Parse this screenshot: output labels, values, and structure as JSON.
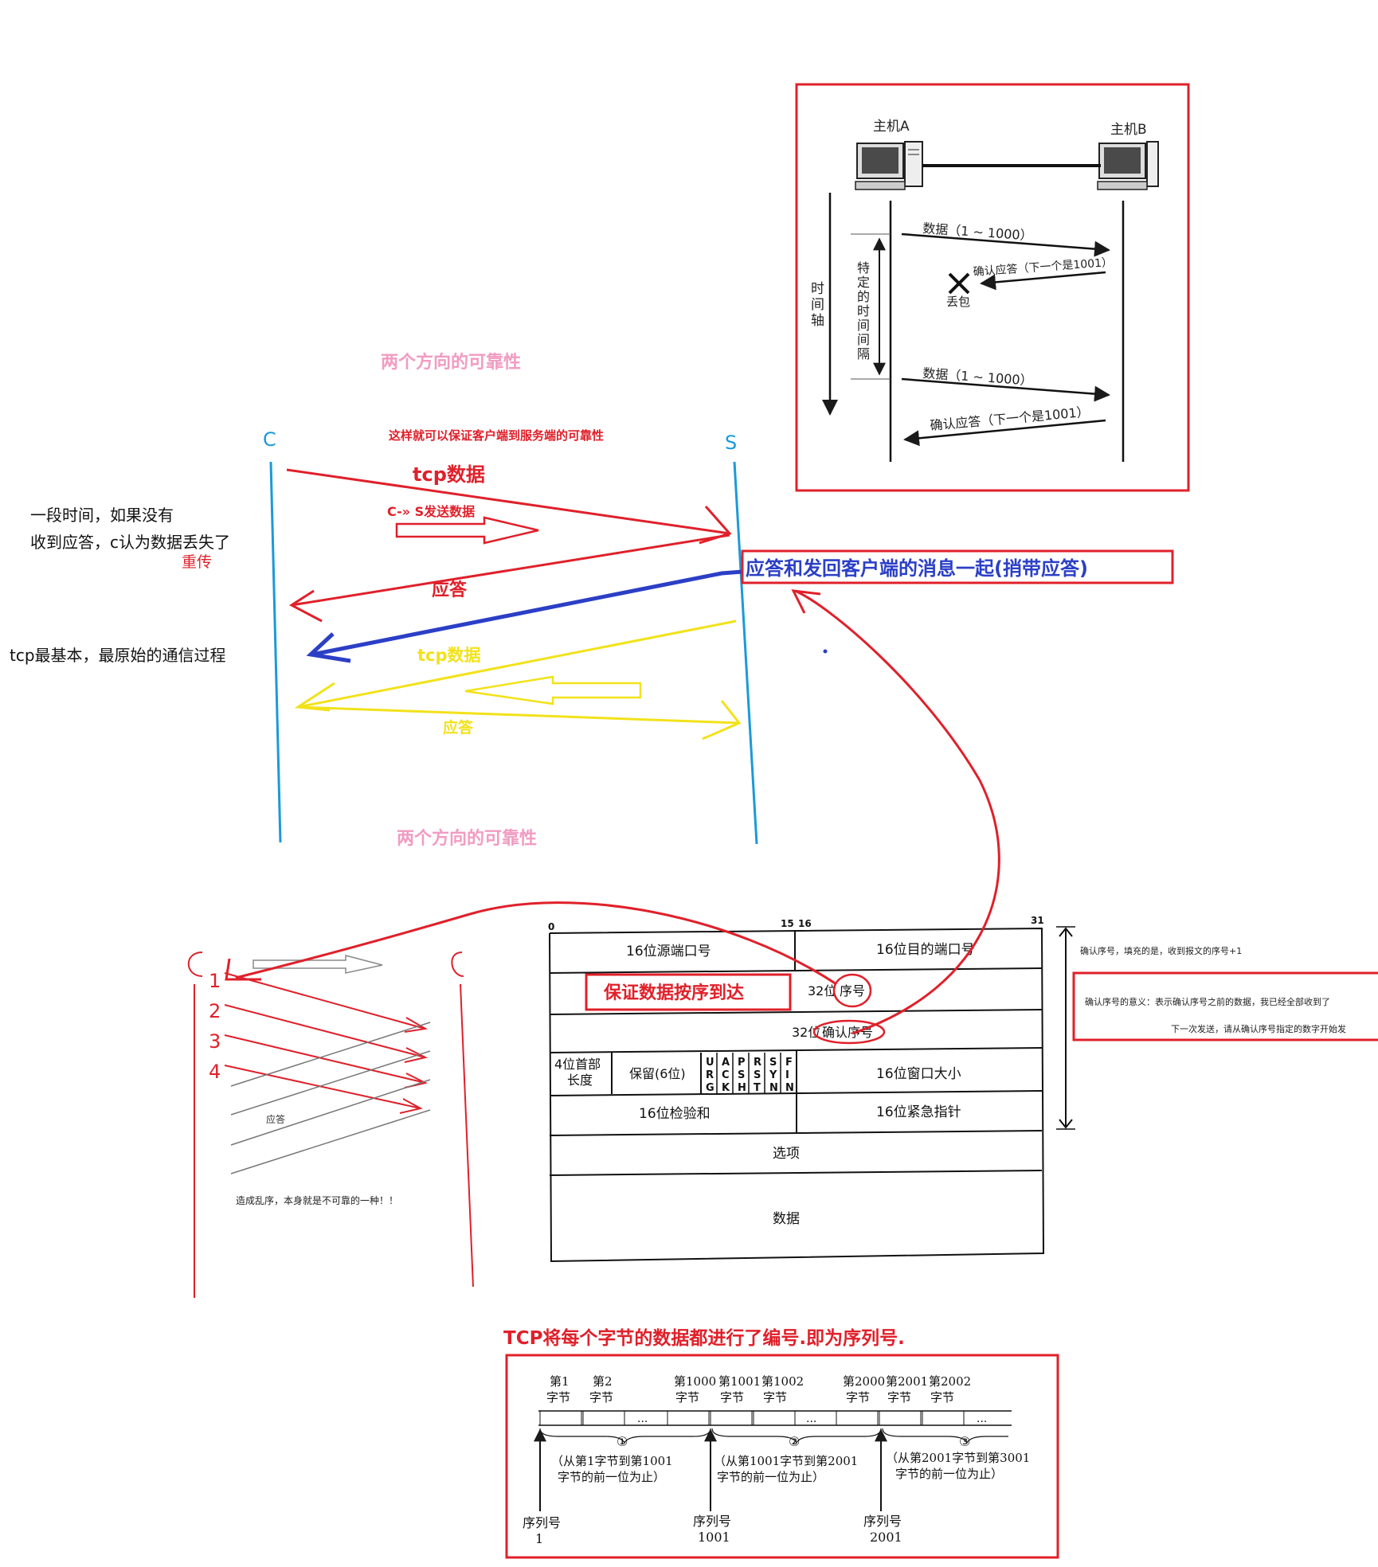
{
  "colors": {
    "red": "#e0202a",
    "blue": "#1a9ad9",
    "indigo": "#2b3fc6",
    "yellow": "#f2e21a",
    "pink": "#f29bc2",
    "black": "#1a1a1a"
  },
  "icons": [
    "computer-icon",
    "cross-icon"
  ],
  "timeout_diagram": {
    "host_a": "主机A",
    "host_b": "主机B",
    "time_axis": [
      "时",
      "间",
      "轴"
    ],
    "interval": [
      "特",
      "定",
      "的",
      "时",
      "间",
      "间",
      "隔"
    ],
    "data1": "数据（1 ~ 1000）",
    "ack1": "确认应答（下一个是1001）",
    "lost": "丢包",
    "data2": "数据（1 ~ 1000）",
    "ack2": "确认应答（下一个是1001）"
  },
  "flow": {
    "title_top": "两个方向的可靠性",
    "note_client_server": "这样就可以保证客户端到服务端的可靠性",
    "c": "C",
    "s": "S",
    "tcp_data": "tcp数据",
    "c_to_s": "C-» S发送数据",
    "ack": "应答",
    "piggyback": "应答和发回客户端的消息一起(捎带应答)",
    "tcp_data_back": "tcp数据",
    "ack_back": "应答",
    "left_note_line1": "一段时间，如果没有",
    "left_note_line2": "收到应答，c认为数据丢失了",
    "resend": "重传",
    "basic_note": "tcp最基本，最原始的通信过程",
    "title_bottom": "两个方向的可靠性"
  },
  "disorder": {
    "numbers": [
      "1",
      "2",
      "3",
      "4"
    ],
    "ack": "应答",
    "note": "造成乱序，本身就是不可靠的一种！！"
  },
  "header": {
    "bit0": "0",
    "bit15": "15",
    "bit16": "16",
    "bit31": "31",
    "src_port": "16位源端口号",
    "dst_port": "16位目的端口号",
    "seq_prefix": "32位",
    "seq_word": "序号",
    "ack_prefix": "32位",
    "ack_word": "确认序号",
    "hdr_len_line1": "4位首部",
    "hdr_len_line2": "长度",
    "reserved": "保留(6位)",
    "flags": [
      [
        "U",
        "R",
        "G"
      ],
      [
        "A",
        "C",
        "K"
      ],
      [
        "P",
        "S",
        "H"
      ],
      [
        "R",
        "S",
        "T"
      ],
      [
        "S",
        "Y",
        "N"
      ],
      [
        "F",
        "I",
        "N"
      ]
    ],
    "window": "16位窗口大小",
    "checksum": "16位检验和",
    "urgent": "16位紧急指针",
    "options": "选项",
    "data": "数据",
    "in_order_note": "保证数据按序到达",
    "ack_fill_note": "确认序号，填充的是，收到报文的序号+1",
    "ack_meaning_line1": "确认序号的意义：表示确认序号之前的数据，我已经全部收到了",
    "ack_meaning_line2": "下一次发送，请从确认序号指定的数字开始发"
  },
  "seq": {
    "title": "TCP将每个字节的数据都进行了编号.即为序列号.",
    "byte_labels": [
      [
        "第1",
        "字节"
      ],
      [
        "第2",
        "字节"
      ],
      [
        "第1000",
        "字节"
      ],
      [
        "第1001",
        "字节"
      ],
      [
        "第1002",
        "字节"
      ],
      [
        "第2000",
        "字节"
      ],
      [
        "第2001",
        "字节"
      ],
      [
        "第2002",
        "字节"
      ]
    ],
    "dots": "...",
    "segments": [
      "①",
      "②",
      "③"
    ],
    "seg1_line1": "（从第1字节到第1001",
    "seg1_line2": "字节的前一位为止）",
    "seg2_line1": "（从第1001字节到第2001",
    "seg2_line2": "字节的前一位为止）",
    "seg3_line1": "（从第2001字节到第3001",
    "seg3_line2": "字节的前一位为止）",
    "seq_label": "序列号",
    "seq_values": [
      "1",
      "1001",
      "2001"
    ]
  }
}
